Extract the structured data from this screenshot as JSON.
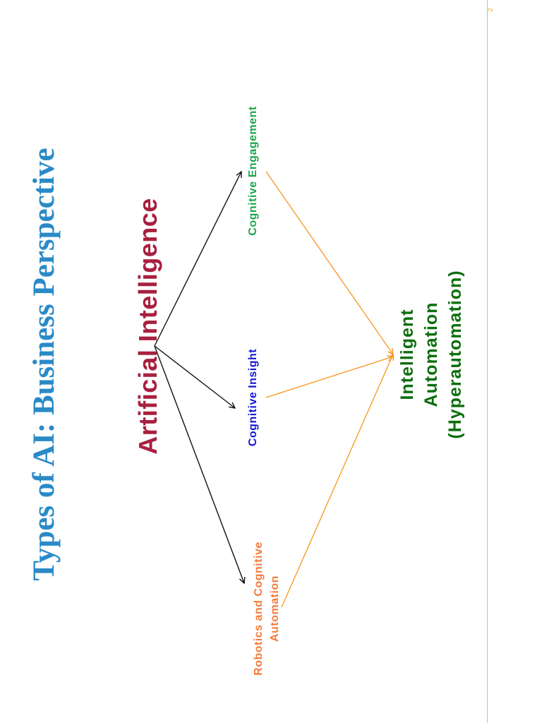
{
  "title": "Types of AI: Business Perspective",
  "heading": "Artificial Intelligence",
  "nodes": {
    "robotics_line1": "Robotics and Cognitive",
    "robotics_line2": "Automation",
    "insight": "Cognitive Insight",
    "engagement": "Cognitive Engagement"
  },
  "outcome": {
    "line1": "Intelligent",
    "line2": "Automation",
    "line3": "(Hyperautomation)"
  },
  "page_number": "2",
  "colors": {
    "title": "#2a8ac7",
    "heading": "#a8203f",
    "robotics": "#f47a3c",
    "insight": "#1414d6",
    "engagement": "#1aa64a",
    "outcome": "#0d6e0d",
    "black_arrow": "#111111",
    "orange_arrow": "#f7961e",
    "page_number": "#f0a020",
    "edge_line": "#7fd8e6"
  }
}
